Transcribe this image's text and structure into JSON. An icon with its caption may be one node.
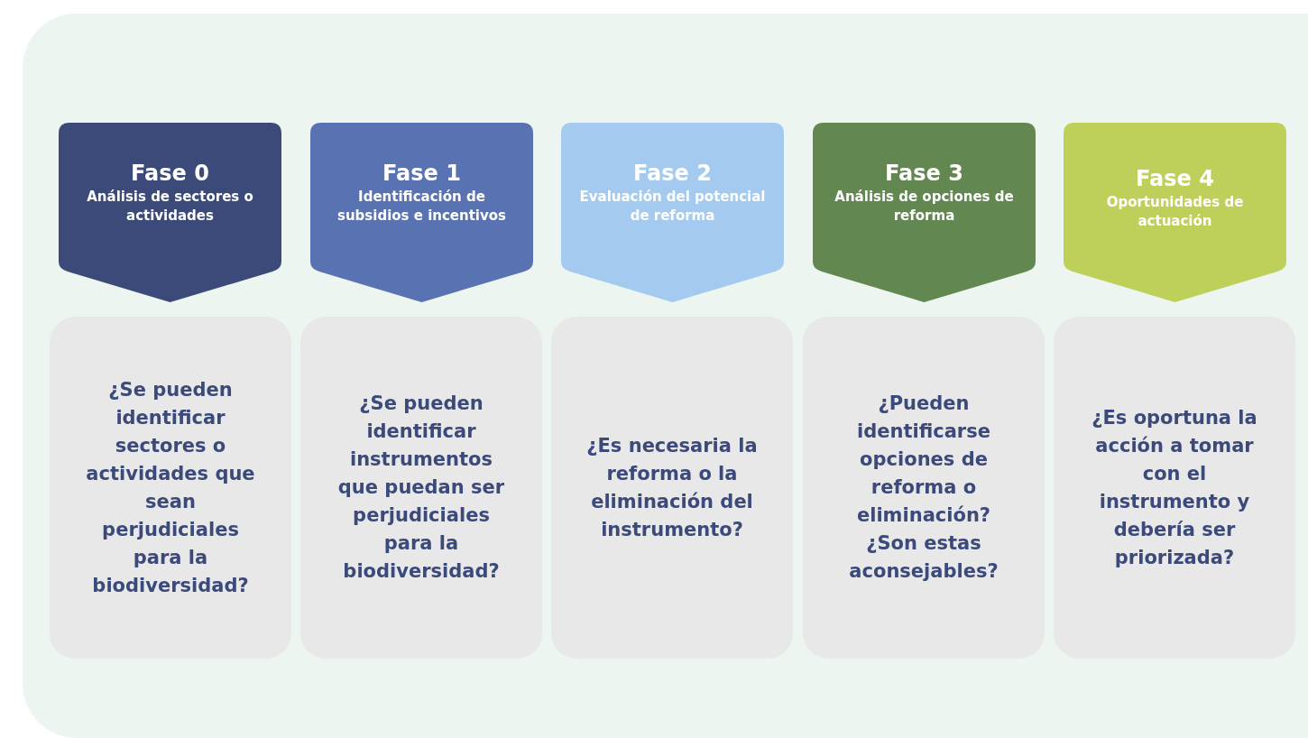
{
  "diagram": {
    "nodes": [
      {
        "text": [
          "Fase 0",
          "Análisis de sectores o actividades"
        ]
      },
      {
        "text": [
          "Fase 1",
          "Identificación de subsidios e incentivos"
        ]
      },
      {
        "text": [
          "Fase 2",
          "Evaluación del potencial de reforma"
        ]
      },
      {
        "text": [
          "Fase 3",
          "Análisis de opciones de reforma"
        ]
      },
      {
        "text": [
          "Fase 4",
          "Oportunidades de actuación"
        ]
      },
      {
        "text": [
          "¿Se pueden identificar sectores o actividades que sean perjudiciales para la biodiversidad?"
        ]
      },
      {
        "text": [
          "¿Se pueden identificar instrumentos que puedan ser perjudiciales para la biodiversidad?"
        ]
      },
      {
        "text": [
          "¿Es necesaria la reforma o la eliminación del instrumento?"
        ]
      },
      {
        "text": [
          "¿Pueden identificarse opciones de reforma o eliminación? ¿Son estas aconsejables?"
        ]
      },
      {
        "text": [
          "¿Es oportuna la acción a tomar con el instrumento y debería ser priorizada?"
        ]
      }
    ]
  }
}
